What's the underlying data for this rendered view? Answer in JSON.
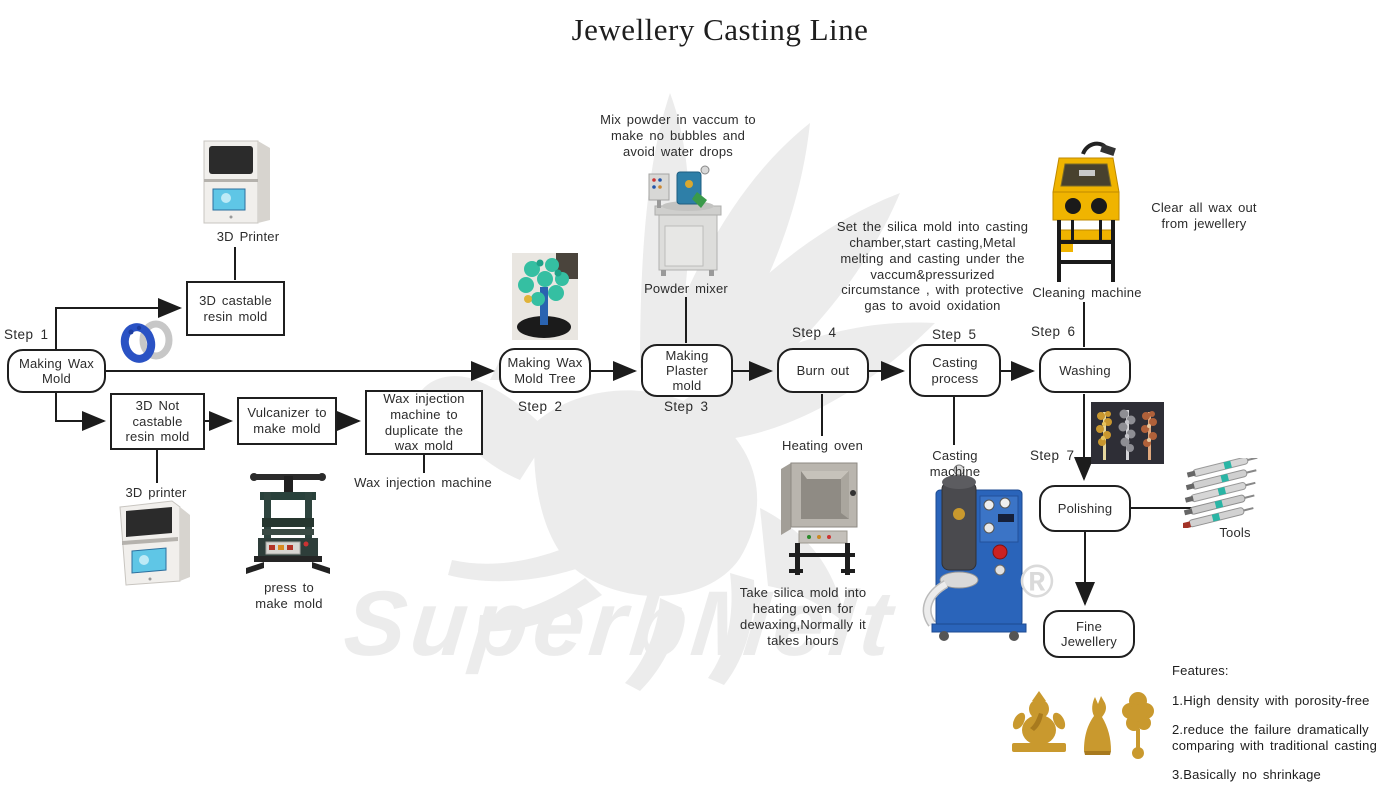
{
  "title": "Jewellery Casting Line",
  "colors": {
    "line": "#1c1c1c",
    "box_border": "#1f1f1f",
    "watermark": "#ececec"
  },
  "flow_nodes": [
    {
      "step_label": "Step 1",
      "label": "Making Wax\nMold"
    },
    {
      "step_label": "Step 2",
      "label": "Making Wax\nMold Tree"
    },
    {
      "step_label": "Step 3",
      "label": "Making\nPlaster\nmold"
    },
    {
      "step_label": "Step 4",
      "label": "Burn out"
    },
    {
      "step_label": "Step 5",
      "label": "Casting\nprocess"
    },
    {
      "step_label": "Step 6",
      "label": "Washing"
    },
    {
      "step_label": "Step 7",
      "label": "Polishing"
    },
    {
      "step_label": "",
      "label": "Fine\nJewellery"
    }
  ],
  "branch_boxes": [
    {
      "label": "3D castable\nresin mold"
    },
    {
      "label": "3D Not\ncastable\nresin mold"
    },
    {
      "label": "Vulcanizer to\nmake mold"
    },
    {
      "label": "Wax injection\nmachine to\nduplicate the\nwax mold"
    }
  ],
  "machine_labels": {
    "printer_top": "3D Printer",
    "printer_bottom": "3D printer",
    "press": "press to\nmake mold",
    "wax_injection": "Wax injection machine",
    "powder_mixer": "Powder mixer",
    "heating_oven": "Heating oven",
    "casting_machine": "Casting machine",
    "cleaning_machine": "Cleaning machine",
    "tools": "Tools"
  },
  "annotations": {
    "mix_powder": "Mix powder in vaccum to\nmake no bubbles and\navoid water drops",
    "set_silica_mold": "Set the silica mold into casting\nchamber,start casting,Metal\nmelting and casting under the\nvaccum&pressurized\ncircumstance , with protective\ngas to avoid oxidation",
    "clear_wax": "Clear all wax out\nfrom jewellery",
    "take_silica_mold": "Take silica mold into\nheating oven for\ndewaxing,Normally it\ntakes hours"
  },
  "features": {
    "heading": "Features:",
    "items": [
      "1.High density with porosity-free",
      "2.reduce the failure dramatically\ncomparing with traditional casting",
      "3.Basically no shrinkage"
    ]
  },
  "watermark": {
    "text": "SuperbMelt",
    "registered": "®"
  }
}
